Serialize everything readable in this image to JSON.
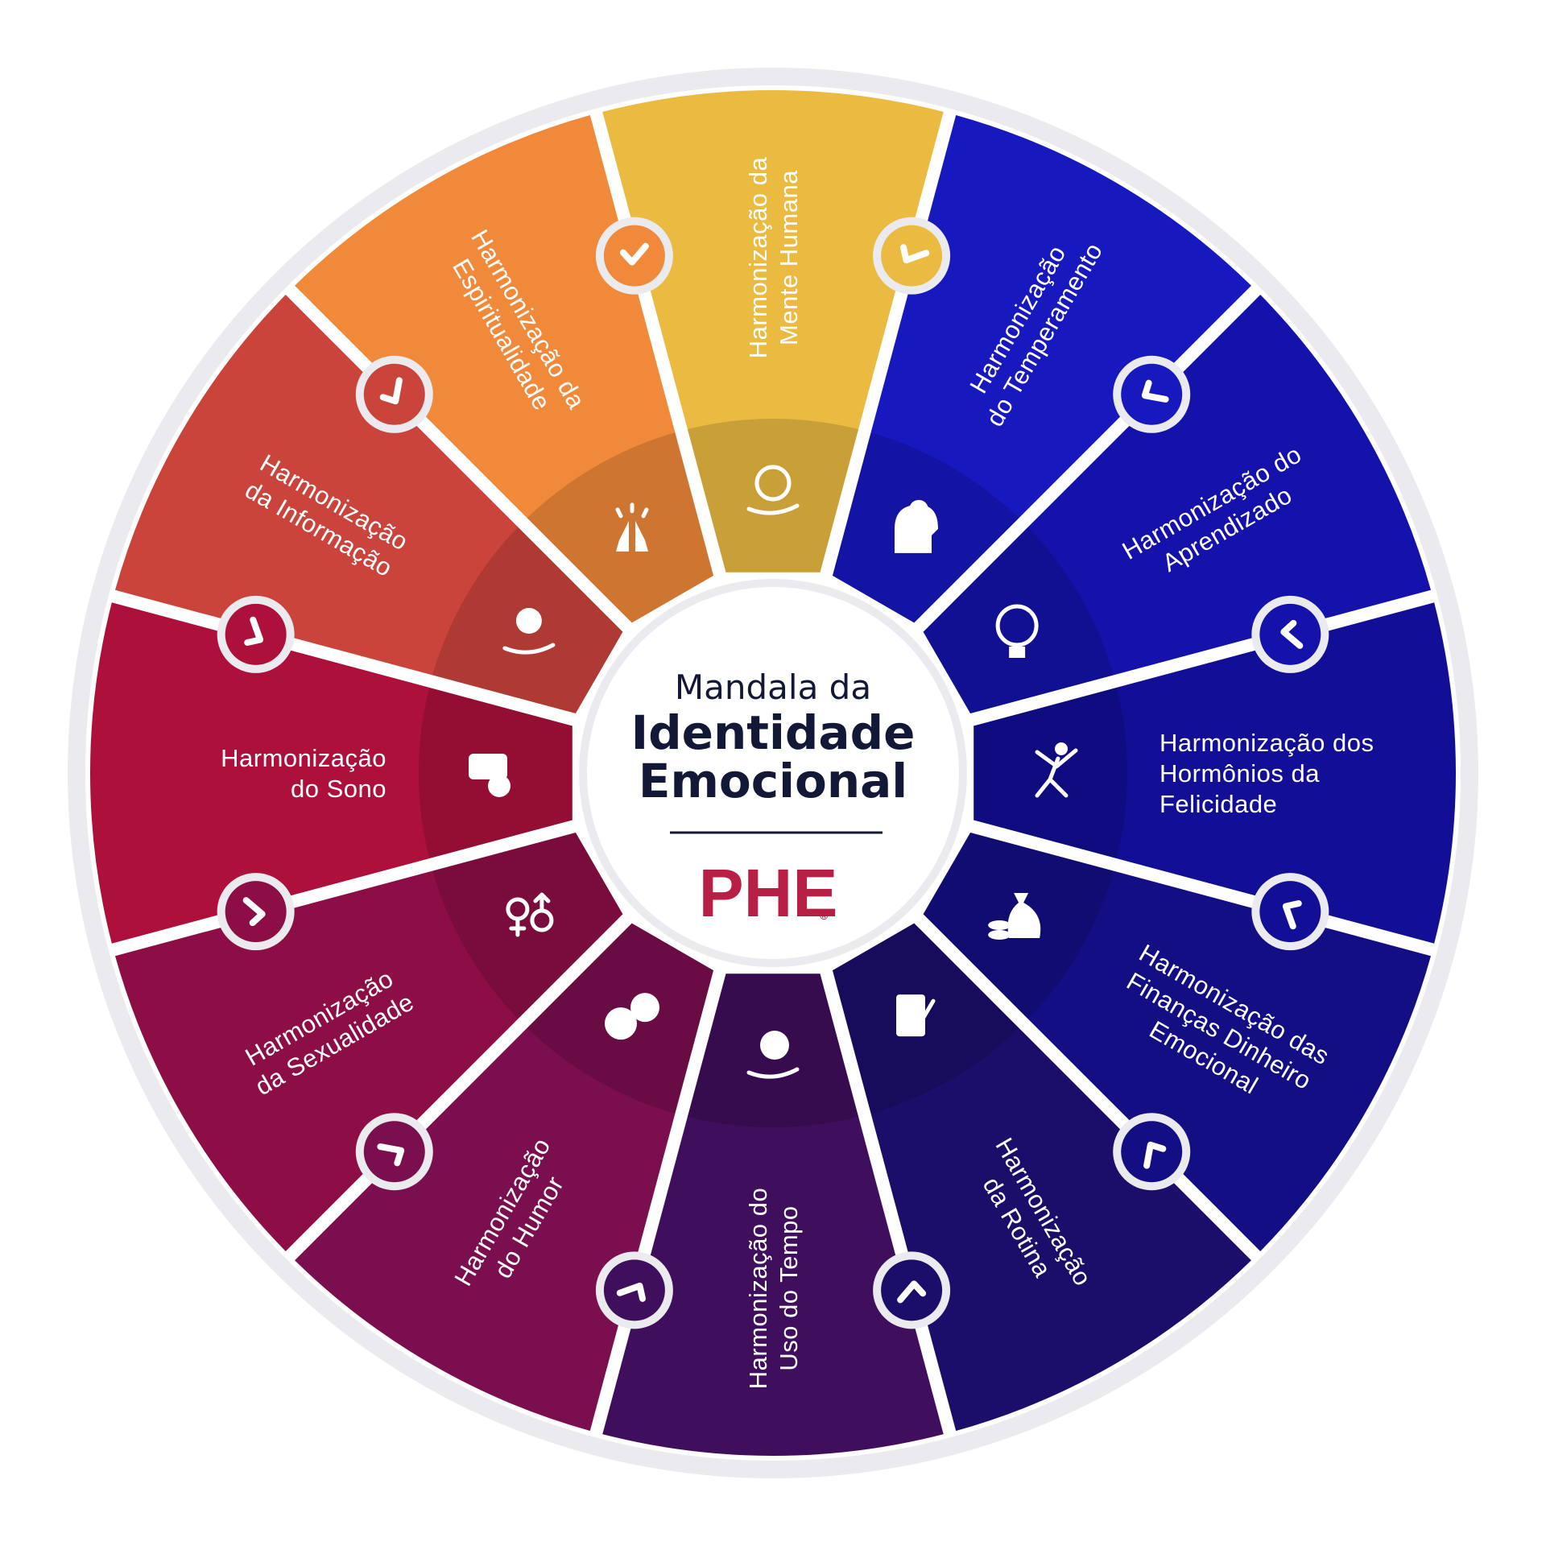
{
  "center": {
    "title_line1": "Mandala da",
    "title_line2": "Identidade",
    "title_line3": "Emocional",
    "brand": "PHE",
    "brand_mark": "®"
  },
  "colors": {
    "ring_border": "#ebebef",
    "center_fill": "#ffffff",
    "title_text": "#131836",
    "brand": "#b81f44"
  },
  "segments": [
    {
      "id": "mente-humana",
      "lines": [
        "Harmonização da",
        "Mente Humana"
      ],
      "icon": "brain-in-hand-icon",
      "color": "#ebbb41"
    },
    {
      "id": "temperamento",
      "lines": [
        "Harmonização",
        "do Temperamento"
      ],
      "icon": "head-storm-icon",
      "color": "#1818bf"
    },
    {
      "id": "aprendizado",
      "lines": [
        "Harmonização do",
        "Aprendizado"
      ],
      "icon": "brain-lightbulb-icon",
      "color": "#1412aa"
    },
    {
      "id": "hormonios",
      "lines": [
        "Harmonização dos",
        "Hormônios da",
        "Felicidade"
      ],
      "icon": "jumping-person-icon",
      "color": "#120f96"
    },
    {
      "id": "financas",
      "lines": [
        "Harmonização das",
        "Finanças Dinheiro",
        "Emocional"
      ],
      "icon": "money-bag-icon",
      "color": "#130e84"
    },
    {
      "id": "rotina",
      "lines": [
        "Harmonização",
        "da Rotina"
      ],
      "icon": "clipboard-icon",
      "color": "#1b0d6a"
    },
    {
      "id": "uso-do-tempo",
      "lines": [
        "Harmonização do",
        "Uso do Tempo"
      ],
      "icon": "clock-in-hand-icon",
      "color": "#3f0e5c"
    },
    {
      "id": "humor",
      "lines": [
        "Harmonização",
        "do Humor"
      ],
      "icon": "mood-faces-icon",
      "color": "#7b0e4e"
    },
    {
      "id": "sexualidade",
      "lines": [
        "Harmonização",
        "da Sexualidade"
      ],
      "icon": "gender-symbols-icon",
      "color": "#8d0e47"
    },
    {
      "id": "sono",
      "lines": [
        "Harmonização",
        "do Sono"
      ],
      "icon": "sleep-clock-icon",
      "color": "#ad103b"
    },
    {
      "id": "informacao",
      "lines": [
        "Harmonização",
        "da Informação"
      ],
      "icon": "info-in-hand-icon",
      "color": "#cb443c"
    },
    {
      "id": "espiritualidade",
      "lines": [
        "Harmonização da",
        "Espiritualidade"
      ],
      "icon": "praying-hands-icon",
      "color": "#f08a3a"
    }
  ]
}
